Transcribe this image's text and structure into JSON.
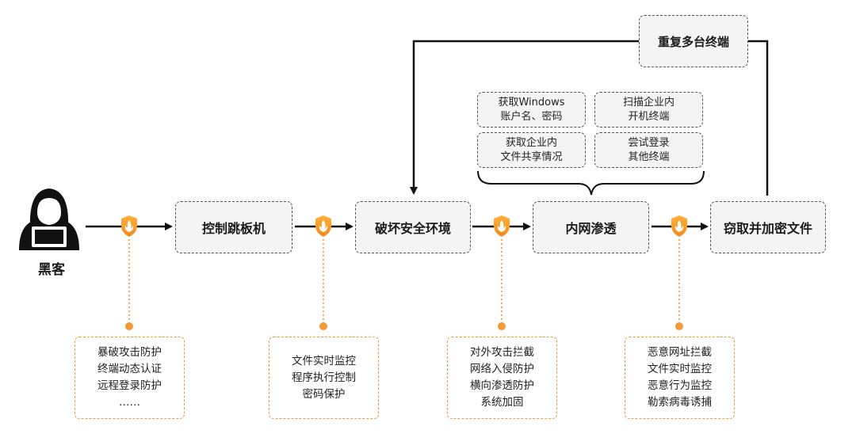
{
  "hacker": {
    "label": "黑客",
    "icon": "hacker-icon"
  },
  "stages": [
    {
      "id": "jump",
      "label": "控制跳板机"
    },
    {
      "id": "break",
      "label": "破坏安全环境"
    },
    {
      "id": "intranet",
      "label": "内网渗透"
    },
    {
      "id": "steal",
      "label": "窃取并加密文件"
    }
  ],
  "loop_label": "重复多台终端",
  "intranet_actions": [
    "获取Windows\n账户名、密码",
    "扫描企业内\n开机终端",
    "获取企业内\n文件共享情况",
    "尝试登录\n其他终端"
  ],
  "defenses": [
    "暴破攻击防护\n终端动态认证\n远程登录防护\n……",
    "文件实时监控\n程序执行控制\n密码保护",
    "对外攻击拦截\n网络入侵防护\n横向渗透防护\n系统加固",
    "恶意网址拦截\n文件实时监控\n恶意行为监控\n勒索病毒诱捕"
  ],
  "colors": {
    "accent": "#f29a33",
    "line": "#111111",
    "box_fill": "#f4f4f4",
    "box_border": "#555555"
  }
}
